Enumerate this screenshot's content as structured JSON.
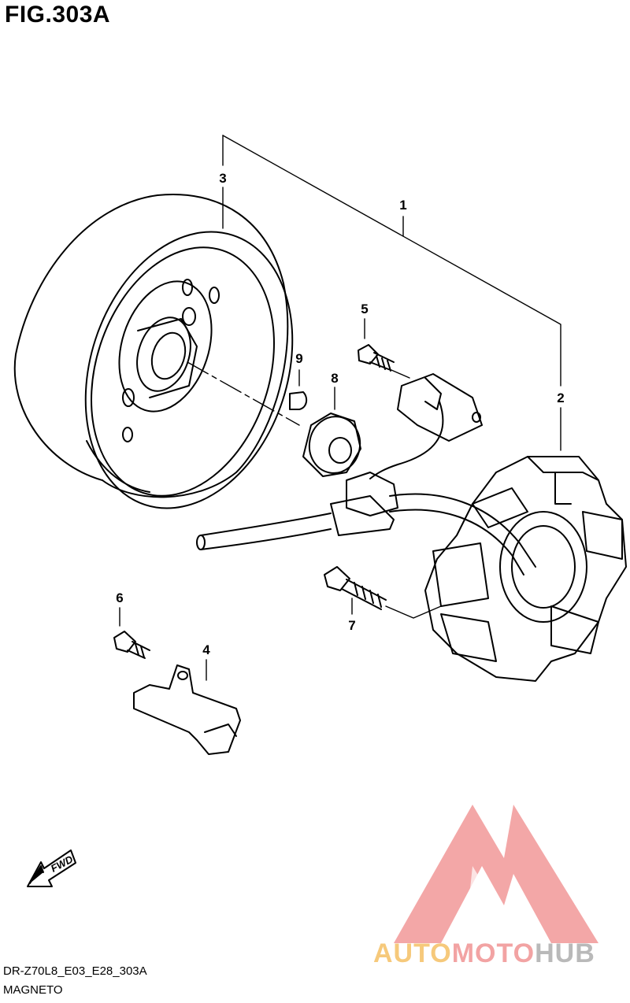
{
  "figure": {
    "title": "FIG.303A",
    "code": "DR-Z70L8_E03_E28_303A",
    "name": "MAGNETO"
  },
  "callouts": [
    "1",
    "2",
    "3",
    "4",
    "5",
    "6",
    "7",
    "8",
    "9"
  ],
  "fwd_label": "FWD",
  "watermark": {
    "part1": "AUTO",
    "part2": "MOTO",
    "part3": "HUB",
    "colors": {
      "auto": "#f6c97b",
      "moto": "#f2a3a3",
      "hub": "#b9b9b9",
      "logo": "#f08a8a"
    }
  }
}
